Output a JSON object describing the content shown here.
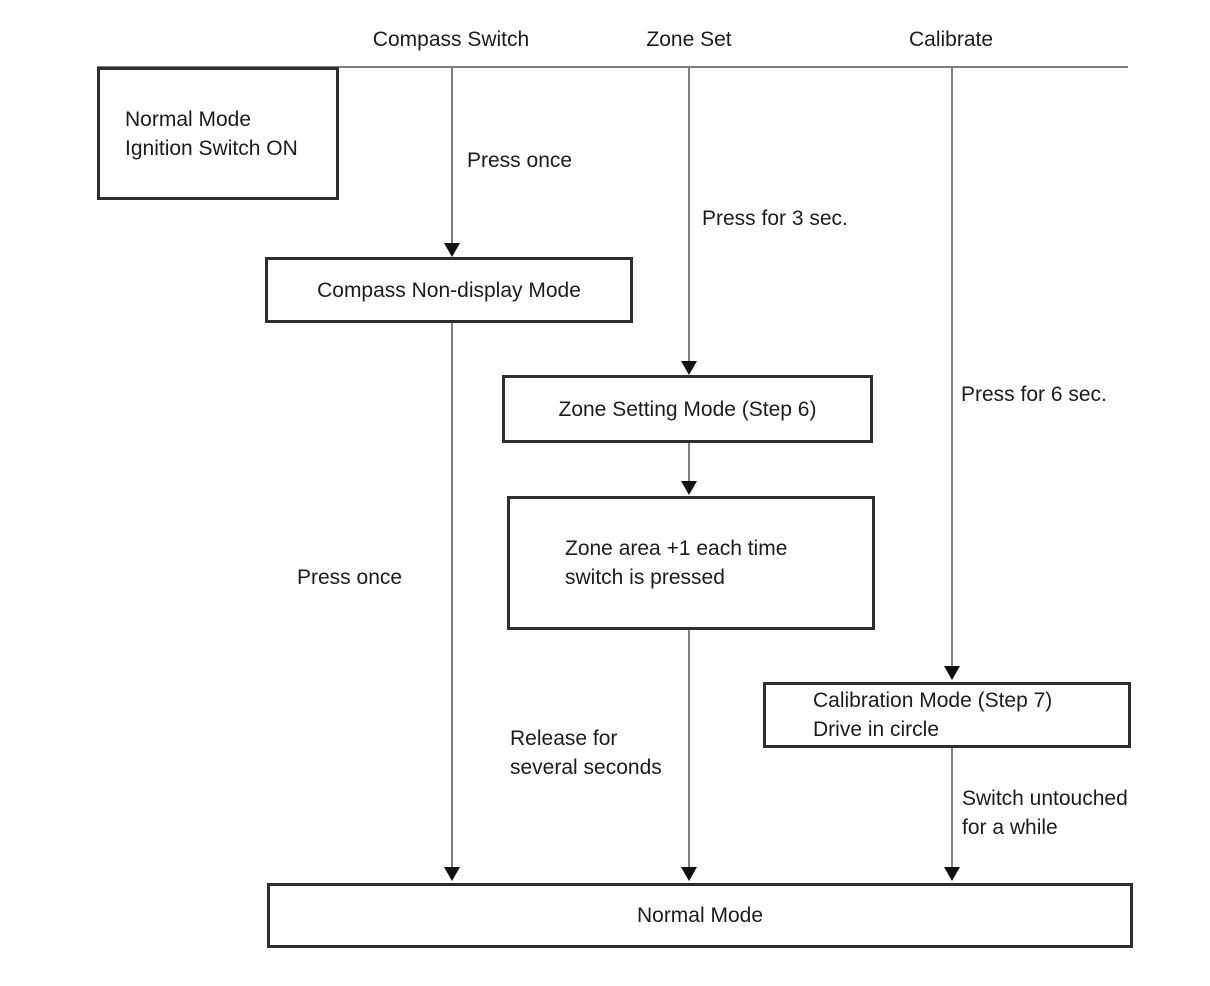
{
  "diagram": {
    "title_columns": [
      {
        "label": "Compass Switch"
      },
      {
        "label": "Zone Set"
      },
      {
        "label": "Calibrate"
      }
    ],
    "boxes": {
      "start": {
        "line1": "Normal Mode",
        "line2": "Ignition Switch ON"
      },
      "compass_nondisplay": {
        "label": "Compass Non-display Mode"
      },
      "zone_setting": {
        "label": "Zone Setting Mode (Step 6)"
      },
      "zone_area": {
        "line1": "Zone area +1 each time",
        "line2": "switch is pressed"
      },
      "calibration": {
        "line1": "Calibration Mode (Step 7)",
        "line2": "Drive in circle"
      },
      "normal_end": {
        "label": "Normal Mode"
      }
    },
    "edge_labels": {
      "press_once_top": "Press once",
      "press_3sec": "Press for 3 sec.",
      "press_6sec": "Press for 6 sec.",
      "press_once_bottom": "Press once",
      "release_line1": "Release for",
      "release_line2": "several seconds",
      "untouched_line1": "Switch untouched",
      "untouched_line2": "for a while"
    },
    "colors": {
      "line": "#7f7f7f",
      "border": "#2e2e2e",
      "arrow": "#111111",
      "text": "#1c1c1c",
      "background": "#ffffff"
    }
  }
}
